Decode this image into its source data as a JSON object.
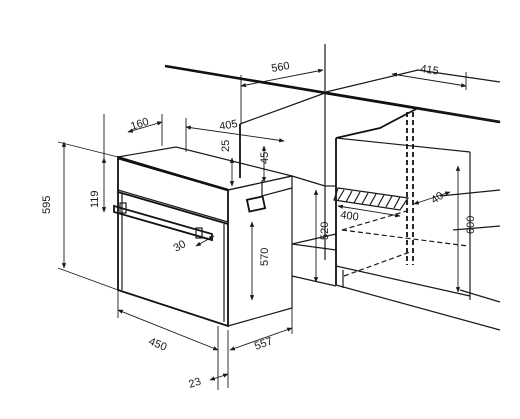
{
  "dimensions": {
    "cabinet_width": "560",
    "cabinet_depth": "415",
    "cutout_opening_width": "405",
    "top_offset": "25",
    "panel_offset": "45",
    "side_depth": "160",
    "control_height": "119",
    "oven_height": "595",
    "handle_offset": "30",
    "niche_height": "520",
    "body_height": "570",
    "cabinet_height": "600",
    "oven_width": "450",
    "oven_depth": "557",
    "door_thickness": "23",
    "vent_depth": "400",
    "vent_gap": "40"
  }
}
